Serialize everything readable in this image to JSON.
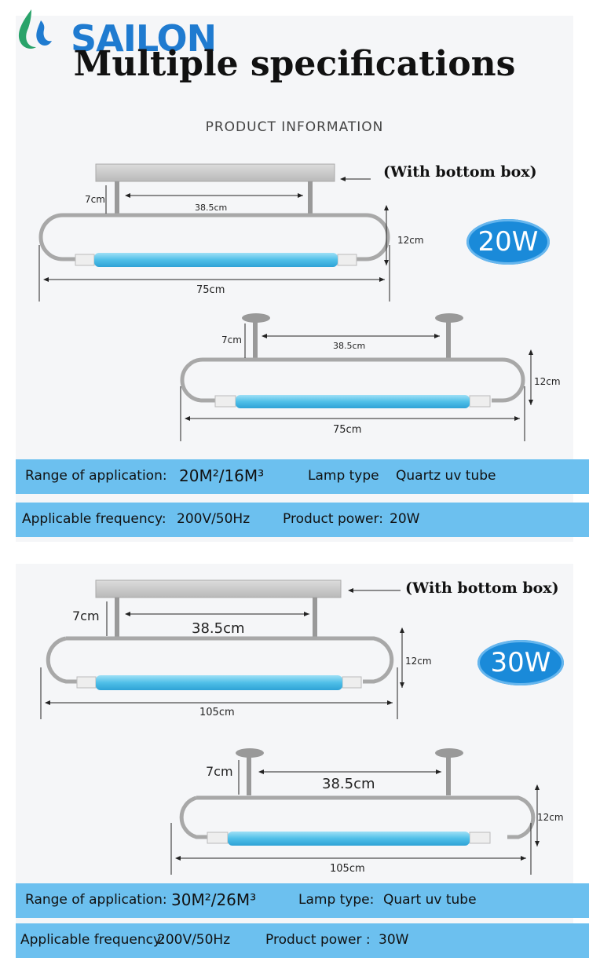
{
  "brand": {
    "name": "SAILON",
    "color": "#1f7bd0"
  },
  "headline": "Multiple specifications",
  "section_title": "PRODUCT INFORMATION",
  "sections": [
    {
      "note": "(With bottom box)",
      "power_badge": "20W",
      "box_diagram": {
        "height": "7cm",
        "spacing": "38.5cm",
        "depth": "12cm",
        "length": "75cm"
      },
      "mount_diagram": {
        "height": "7cm",
        "spacing": "38.5cm",
        "depth": "12cm",
        "length": "75cm"
      },
      "range_label": "Range of application:",
      "range_value": "20M²/16M³",
      "lamp_label": "Lamp type",
      "lamp_value": "Quartz uv tube",
      "freq_label": "Applicable frequency:",
      "freq_value": "200V/50Hz",
      "power_label": "Product power:",
      "power_value": "20W"
    },
    {
      "note": "(With bottom box)",
      "power_badge": "30W",
      "box_diagram": {
        "height": "7cm",
        "spacing": "38.5cm",
        "depth": "12cm",
        "length": "105cm"
      },
      "mount_diagram": {
        "height": "7cm",
        "spacing": "38.5cm",
        "depth": "12cm",
        "length": "105cm"
      },
      "range_label": "Range of application:",
      "range_value": "30M²/26M³",
      "lamp_label": "Lamp type:",
      "lamp_value": "Quart uv tube",
      "freq_label": "Applicable frequency:",
      "freq_value": "200V/50Hz",
      "power_label": "Product power :",
      "power_value": "30W"
    }
  ],
  "colors": {
    "badge": "#1a8ad9",
    "info_bar": "#6cc0ef",
    "tube": "#5fc3e8"
  }
}
